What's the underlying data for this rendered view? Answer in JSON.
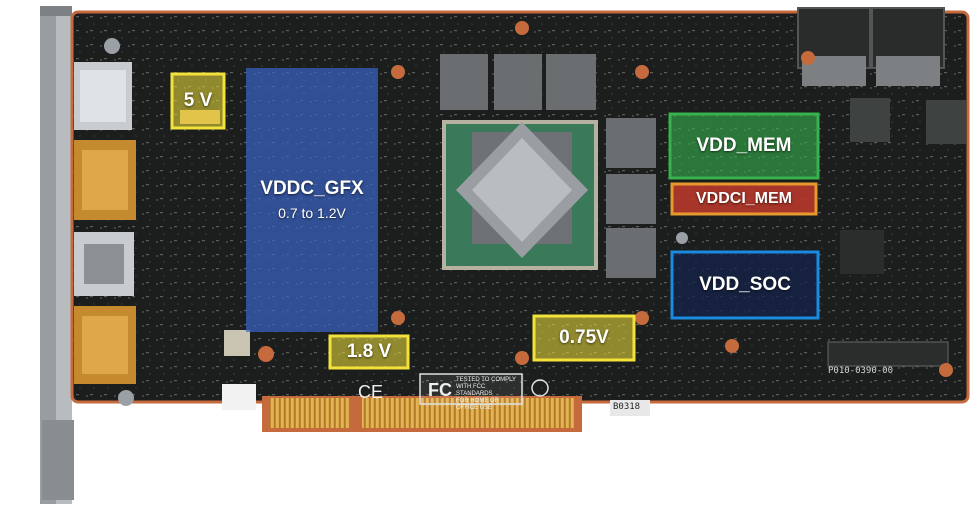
{
  "image": {
    "subject": "graphics card PCB with power rail regions highlighted",
    "colors": {
      "pcb": "#1a1d1c",
      "bracket": "#8e9194",
      "gold": "#d49a3a",
      "copper": "#c56a3c",
      "yellow": "#f2e23a",
      "blue": "#3a64c8",
      "green": "#37b24d",
      "red": "#c0392b",
      "orange": "#e69a2e",
      "navy": "#14234a",
      "sky": "#1a8be0"
    }
  },
  "labels": {
    "v5": "5 V",
    "vddc_gfx": "VDDC_GFX",
    "vddc_gfx_range": "0.7 to 1.2V",
    "vdd_mem": "VDD_MEM",
    "vddci_mem": "VDDCI_MEM",
    "vdd_soc": "VDD_SOC",
    "v18": "1.8 V",
    "v075": "0.75V"
  },
  "markings": {
    "part_number": "P010-0390-00",
    "board_code": "B0318",
    "fcc_line1": "TESTED TO COMPLY",
    "fcc_line2": "WITH FCC STANDARDS",
    "fcc_line3": "FOR HOME OR OFFICE USE"
  }
}
